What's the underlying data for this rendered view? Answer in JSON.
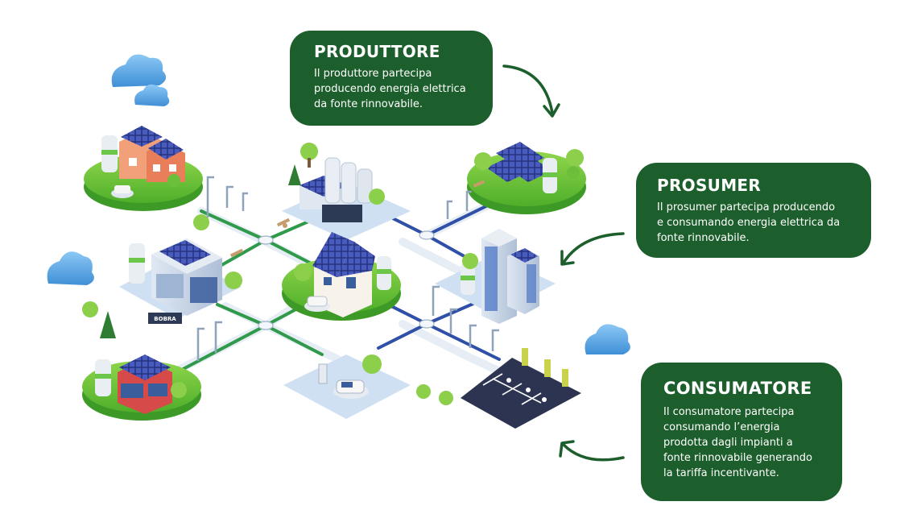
{
  "cards": {
    "produttore": {
      "title": "PRODUTTORE",
      "lines": [
        "Il produttore partecipa",
        "producendo energia elettrica",
        "da fonte rinnovabile."
      ]
    },
    "prosumer": {
      "title": "PROSUMER",
      "lines": [
        "Il prosumer partecipa producendo",
        "e consumando energia elettrica da",
        "fonte rinnovabile."
      ]
    },
    "consumatore": {
      "title": "CONSUMATORE",
      "lines": [
        "Il consumatore partecipa",
        "consumando l’energia",
        "prodotta dagli impianti a",
        "fonte rinnovabile generando",
        "la tariffa incentivante."
      ]
    }
  },
  "signage": {
    "shop_sign": "BOBRA"
  },
  "colors": {
    "card_bg": "#1d5f2c",
    "card_text": "#ffffff",
    "arrow": "#1d5f2c",
    "grass": "#5dbb2f",
    "grid_green": "#2f9a4a",
    "grid_blue": "#2f4fa8",
    "ground": "#cfe0f2",
    "cloud": "#5aa9e6"
  }
}
